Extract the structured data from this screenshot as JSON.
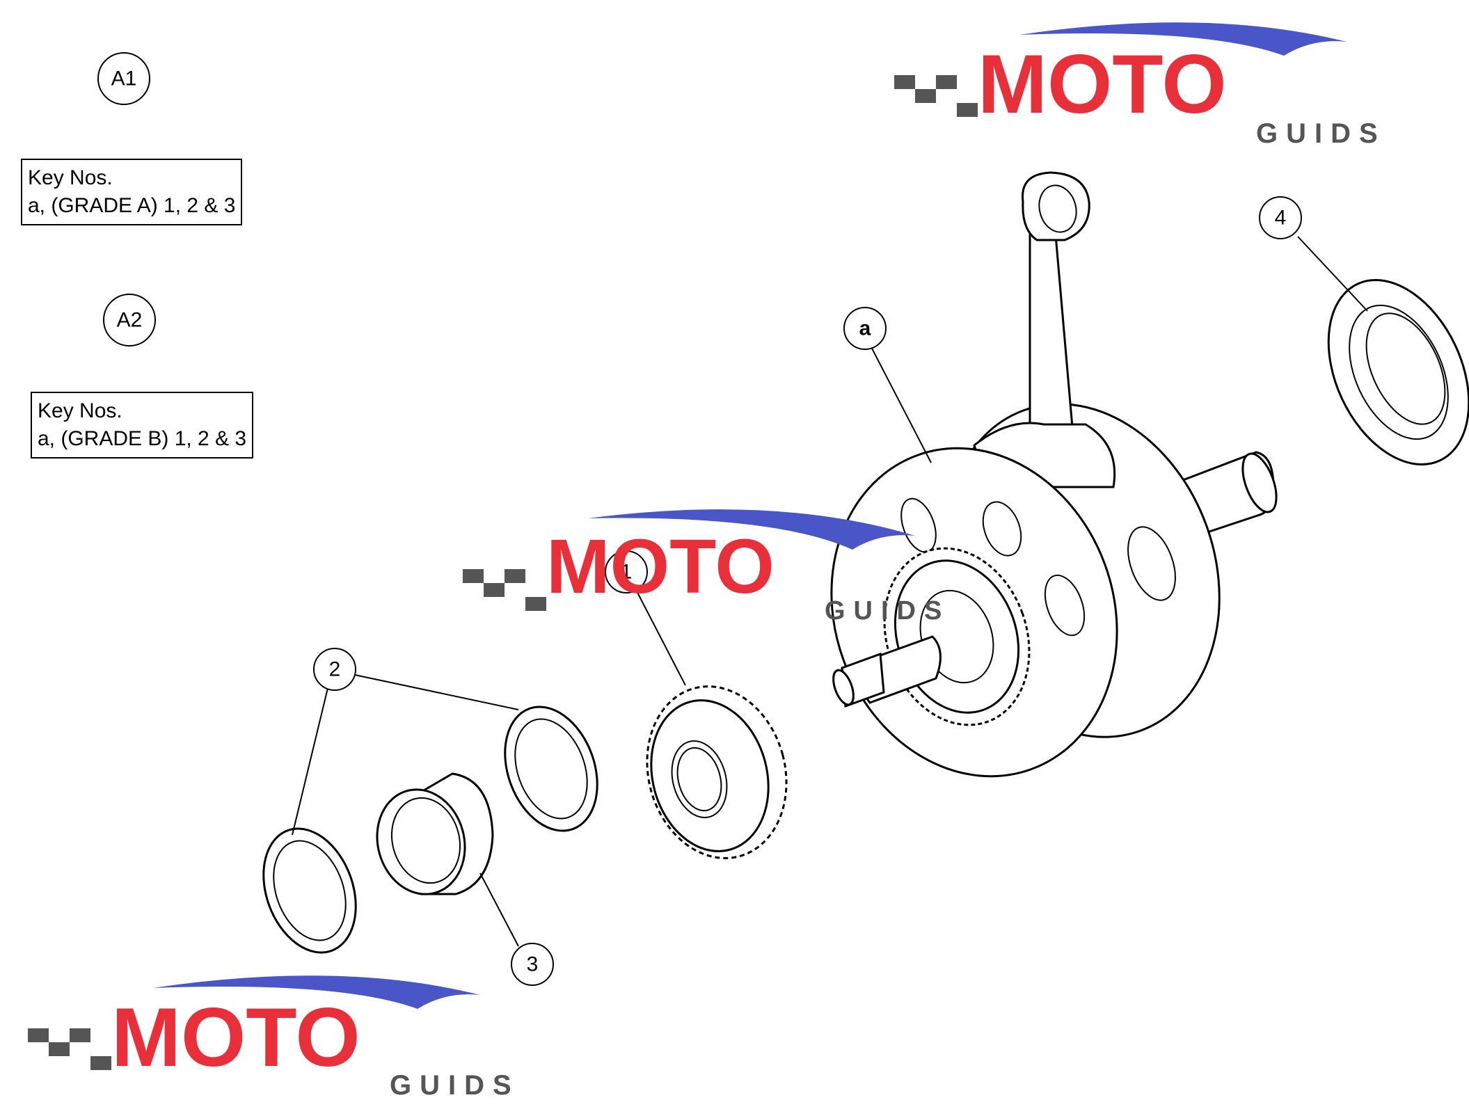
{
  "callouts": {
    "a1": "A1",
    "a2": "A2",
    "a": "a",
    "c1": "1",
    "c2": "2",
    "c3": "3",
    "c4": "4"
  },
  "key_boxes": {
    "grade_a": {
      "line1": "Key Nos.",
      "line2": "a, (GRADE A) 1, 2 & 3"
    },
    "grade_b": {
      "line1": "Key Nos.",
      "line2": "a, (GRADE B) 1, 2 & 3"
    }
  },
  "watermark": {
    "logo_text": "MOTO",
    "sub_text": "GUIDS",
    "colors": {
      "red": "#e8303a",
      "blue": "#4a55c8",
      "gray": "#555555"
    }
  }
}
